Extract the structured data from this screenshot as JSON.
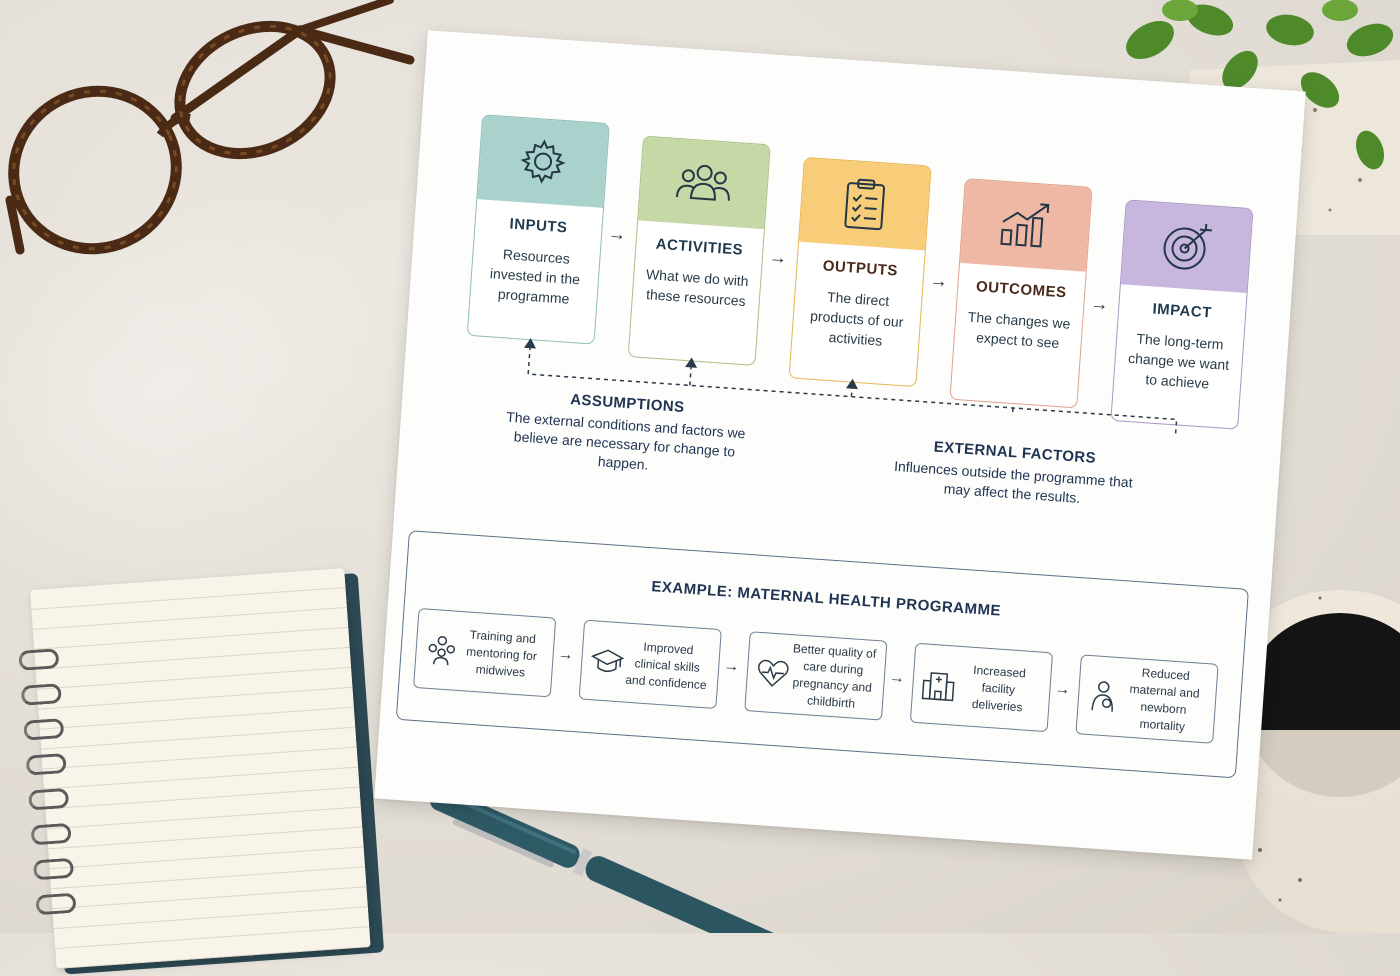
{
  "colors": {
    "inputs": "#a9d2cc",
    "activities": "#c6d8a6",
    "outputs": "#f7cd79",
    "outcomes": "#efb8a5",
    "impact": "#c7b6dd",
    "ink": "#1f3352"
  },
  "stages": [
    {
      "title": "INPUTS",
      "desc": "Resources invested in the programme",
      "icon": "gear-icon"
    },
    {
      "title": "ACTIVITIES",
      "desc": "What we do with these resources",
      "icon": "people-icon"
    },
    {
      "title": "OUTPUTS",
      "desc": "The direct products of our activities",
      "icon": "clipboard-checklist-icon"
    },
    {
      "title": "OUTCOMES",
      "desc": "The changes we expect to see",
      "icon": "bar-chart-trend-icon"
    },
    {
      "title": "IMPACT",
      "desc": "The long-term change we want to achieve",
      "icon": "target-icon"
    }
  ],
  "assumptions": {
    "title": "ASSUMPTIONS",
    "text": "The external conditions and factors we believe are necessary for change to happen."
  },
  "external_factors": {
    "title": "EXTERNAL FACTORS",
    "text": "Influences outside the programme that may affect the results."
  },
  "example": {
    "title": "EXAMPLE: MATERNAL HEALTH PROGRAMME",
    "steps": [
      {
        "text": "Training and mentoring for midwives",
        "icon": "group-training-icon"
      },
      {
        "text": "Improved clinical skills and confidence",
        "icon": "graduation-cap-icon"
      },
      {
        "text": "Better quality of care during pregnancy and childbirth",
        "icon": "heart-pulse-icon"
      },
      {
        "text": "Increased facility deliveries",
        "icon": "hospital-icon"
      },
      {
        "text": "Reduced maternal and newborn mortality",
        "icon": "mother-baby-icon"
      }
    ]
  }
}
